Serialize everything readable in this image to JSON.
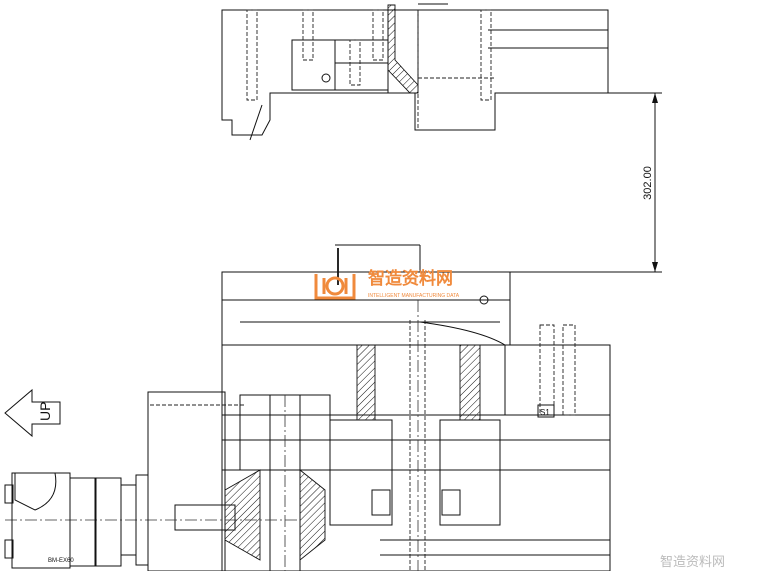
{
  "drawing": {
    "dimension_label": "302.00",
    "direction_label": "UP",
    "motor_label": "BM-EX60",
    "part_label": "S1"
  },
  "watermark": {
    "title": "智造资料网",
    "subtitle": "INTELLIGENT MANUFACTURING DATA",
    "corner_text": "智造资料网",
    "color": "#f08a3c"
  }
}
